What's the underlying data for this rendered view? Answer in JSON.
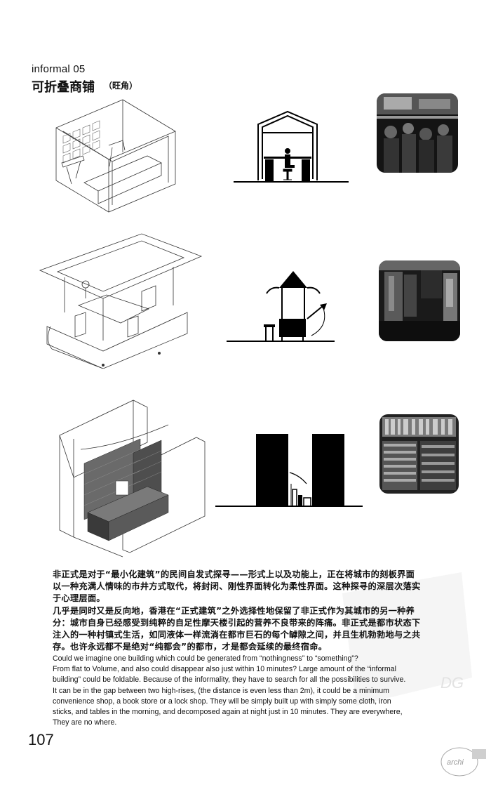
{
  "heading": {
    "en": "informal 05",
    "zh": "可折叠商铺",
    "note": "（旺角）"
  },
  "body_zh": [
    "非正式是对于“最小化建筑”的民间自发式探寻——形式上以及功能上，正在将城市的刻板界面",
    "以一种充满人情味的市井方式取代，将封闭、刚性界面转化为柔性界面。这种探寻的深层次落实",
    "于心理层面。",
    "几乎是同时又是反向地，香港在“正式建筑”之外选择性地保留了非正式作为其城市的另一种养",
    "分：城市自身已经感受到纯粹的自足性摩天楼引起的营养不良带来的阵痛。非正式是都市状态下",
    "注入的一种村镇式生活，如同液体一样流淌在都市巨石的每个罅隙之间，并且生机勃勃地与之共",
    "存。也许永远都不是绝对“纯都会”的都市，才是都会延续的最终宿命。"
  ],
  "body_en": [
    "Could we imagine one building which could be generated from “nothingness” to “something”?",
    "From flat to Volume, and also could disappear also just within 10 minutes? Large amount of the “informal",
    "building” could be foldable. Because of the informality, they have to search for all the possibilities to survive.",
    "It can be in the gap between two high-rises, (the distance is even less than 2m), it could be a minimum",
    "convenience shop, a book store or a lock shop. They will be simply built up with simply some cloth, iron",
    "sticks, and tables in the morning, and decomposed again at night just in 10 minutes. They are everywhere,",
    "They are no where."
  ],
  "page_number": "107",
  "watermark_text": "DG",
  "stamp_text": "archi"
}
